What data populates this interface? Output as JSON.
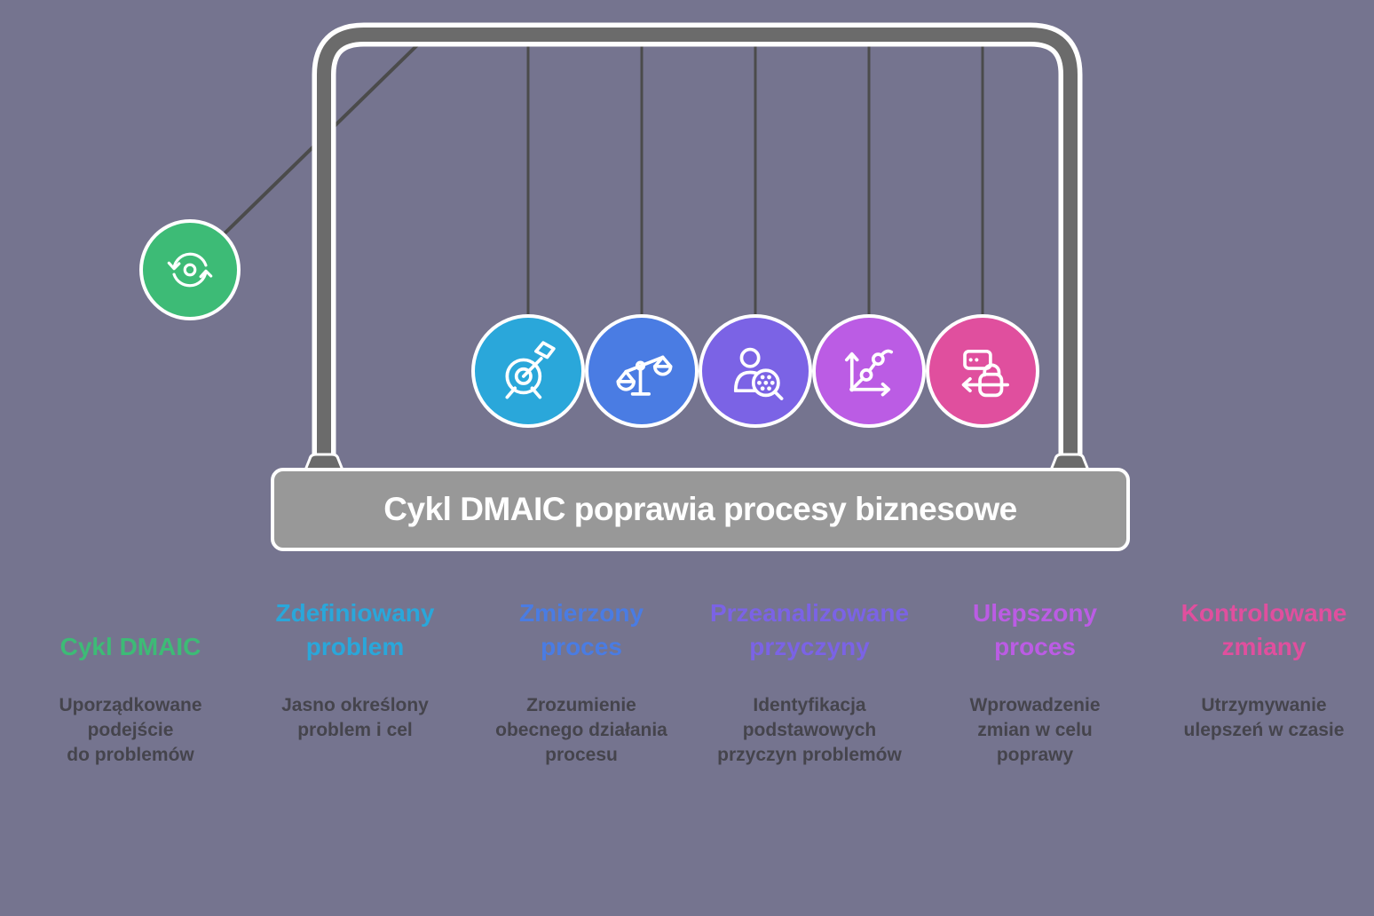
{
  "title_bar": {
    "text": "Cykl DMAIC poprawia procesy biznesowe"
  },
  "colors": {
    "background": "#75748f",
    "frame_gray": "#6b6b6b",
    "base_gray": "#989898",
    "string": "#4b4b4b",
    "body_text": "#45444c",
    "outline_white": "#ffffff"
  },
  "pendulum": {
    "balls": [
      {
        "name": "dmaic-cycle",
        "icon": "cycle-icon",
        "color": "#3dbb76"
      },
      {
        "name": "define",
        "icon": "target-dart-icon",
        "color": "#2aa7da"
      },
      {
        "name": "measure",
        "icon": "scales-icon",
        "color": "#4a7ce3"
      },
      {
        "name": "analyze",
        "icon": "person-magnifier-icon",
        "color": "#7b63e5"
      },
      {
        "name": "improve",
        "icon": "line-chart-icon",
        "color": "#bb5ce4"
      },
      {
        "name": "control",
        "icon": "lock-card-icon",
        "color": "#e04f9e"
      }
    ]
  },
  "columns": [
    {
      "heading": "Cykl DMAIC",
      "heading_color": "#3dbb76",
      "body": "Uporządkowane\npodejście\ndo problemów"
    },
    {
      "heading": "Zdefiniowany\nproblem",
      "heading_color": "#2aa7da",
      "body": "Jasno określony\nproblem i cel"
    },
    {
      "heading": "Zmierzony\nproces",
      "heading_color": "#4a7ce3",
      "body": "Zrozumienie\nobecnego działania\nprocesu"
    },
    {
      "heading": "Przeanalizowane\nprzyczyny",
      "heading_color": "#7b63e5",
      "body": "Identyfikacja\npodstawowych\nprzyczyn problemów"
    },
    {
      "heading": "Ulepszony\nproces",
      "heading_color": "#bb5ce4",
      "body": "Wprowadzenie\nzmian w celu\npoprawy"
    },
    {
      "heading": "Kontrolowane\nzmiany",
      "heading_color": "#e04f9e",
      "body": "Utrzymywanie\nulepszeń w czasie"
    }
  ]
}
